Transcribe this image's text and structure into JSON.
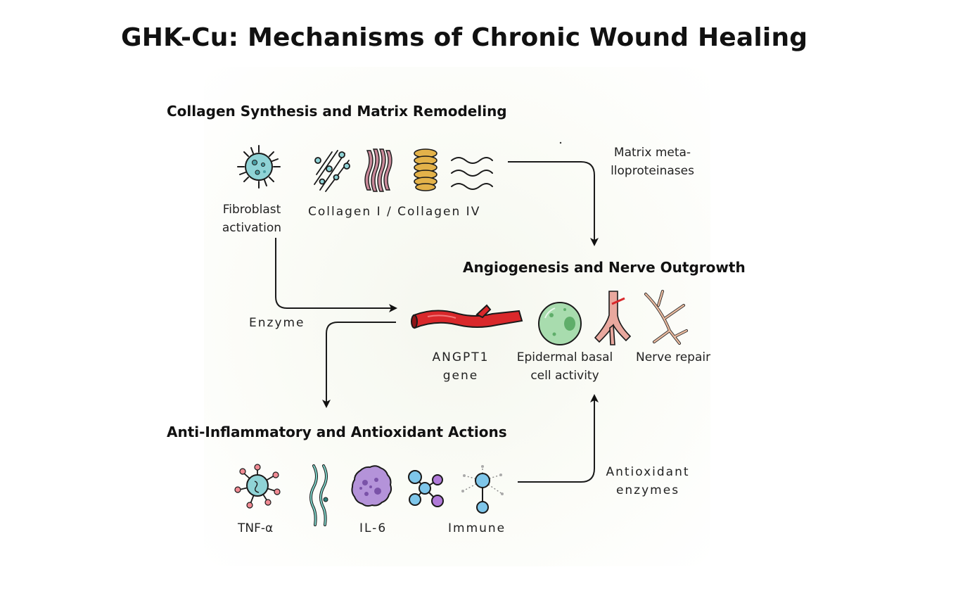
{
  "title": "GHK-Cu: Mechanisms of Chronic Wound Healing",
  "sections": {
    "collagen": "Collagen Synthesis and Matrix Remodeling",
    "angiogenesis": "Angiogenesis and Nerve Outgrowth",
    "anti_inflammatory": "Anti-Inflammatory and Antioxidant Actions"
  },
  "labels": {
    "fibroblast": [
      "Fibroblast",
      "activation"
    ],
    "collagen_types": "Collagen I / Collagen IV",
    "mmp": [
      "Matrix meta-",
      "lloproteinases"
    ],
    "enzyme": "Enzyme",
    "angpt1": [
      "ANGPT1",
      "gene"
    ],
    "epidermal": [
      "Epidermal basal",
      "cell activity"
    ],
    "nerve": "Nerve repair",
    "tnf": "TNF-α",
    "il6": "IL-6",
    "immune": "Immune",
    "antioxidant": [
      "Antioxidant",
      "enzymes"
    ]
  },
  "colors": {
    "fibroblast": "#8fd3d6",
    "collagen_pink": "#c98a9a",
    "collagen_gold": "#e3b24a",
    "vessel": "#d9282b",
    "cell_green": "#a8dcae",
    "il6_purple": "#b493d9",
    "node_blue": "#7ec6ea",
    "node_purple": "#b07ad8"
  }
}
